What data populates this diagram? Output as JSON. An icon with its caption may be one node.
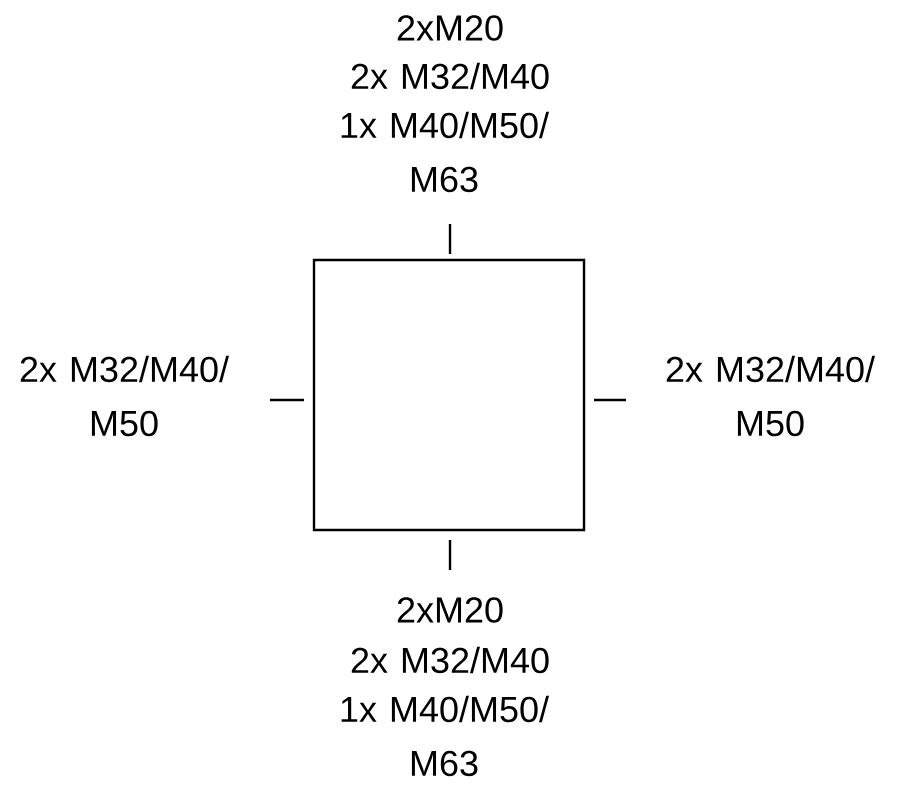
{
  "diagram": {
    "nodes": [
      {
        "text": [],
        "shape": "box"
      }
    ],
    "labels": [
      "2xM20",
      "2x M32/M40",
      "1x M40/M50/ M63",
      "2x M32/M40/ M50",
      "2x M32/M40/ M50",
      "2xM20",
      "2x M32/M40",
      "1x M40/M50/ M63"
    ]
  }
}
